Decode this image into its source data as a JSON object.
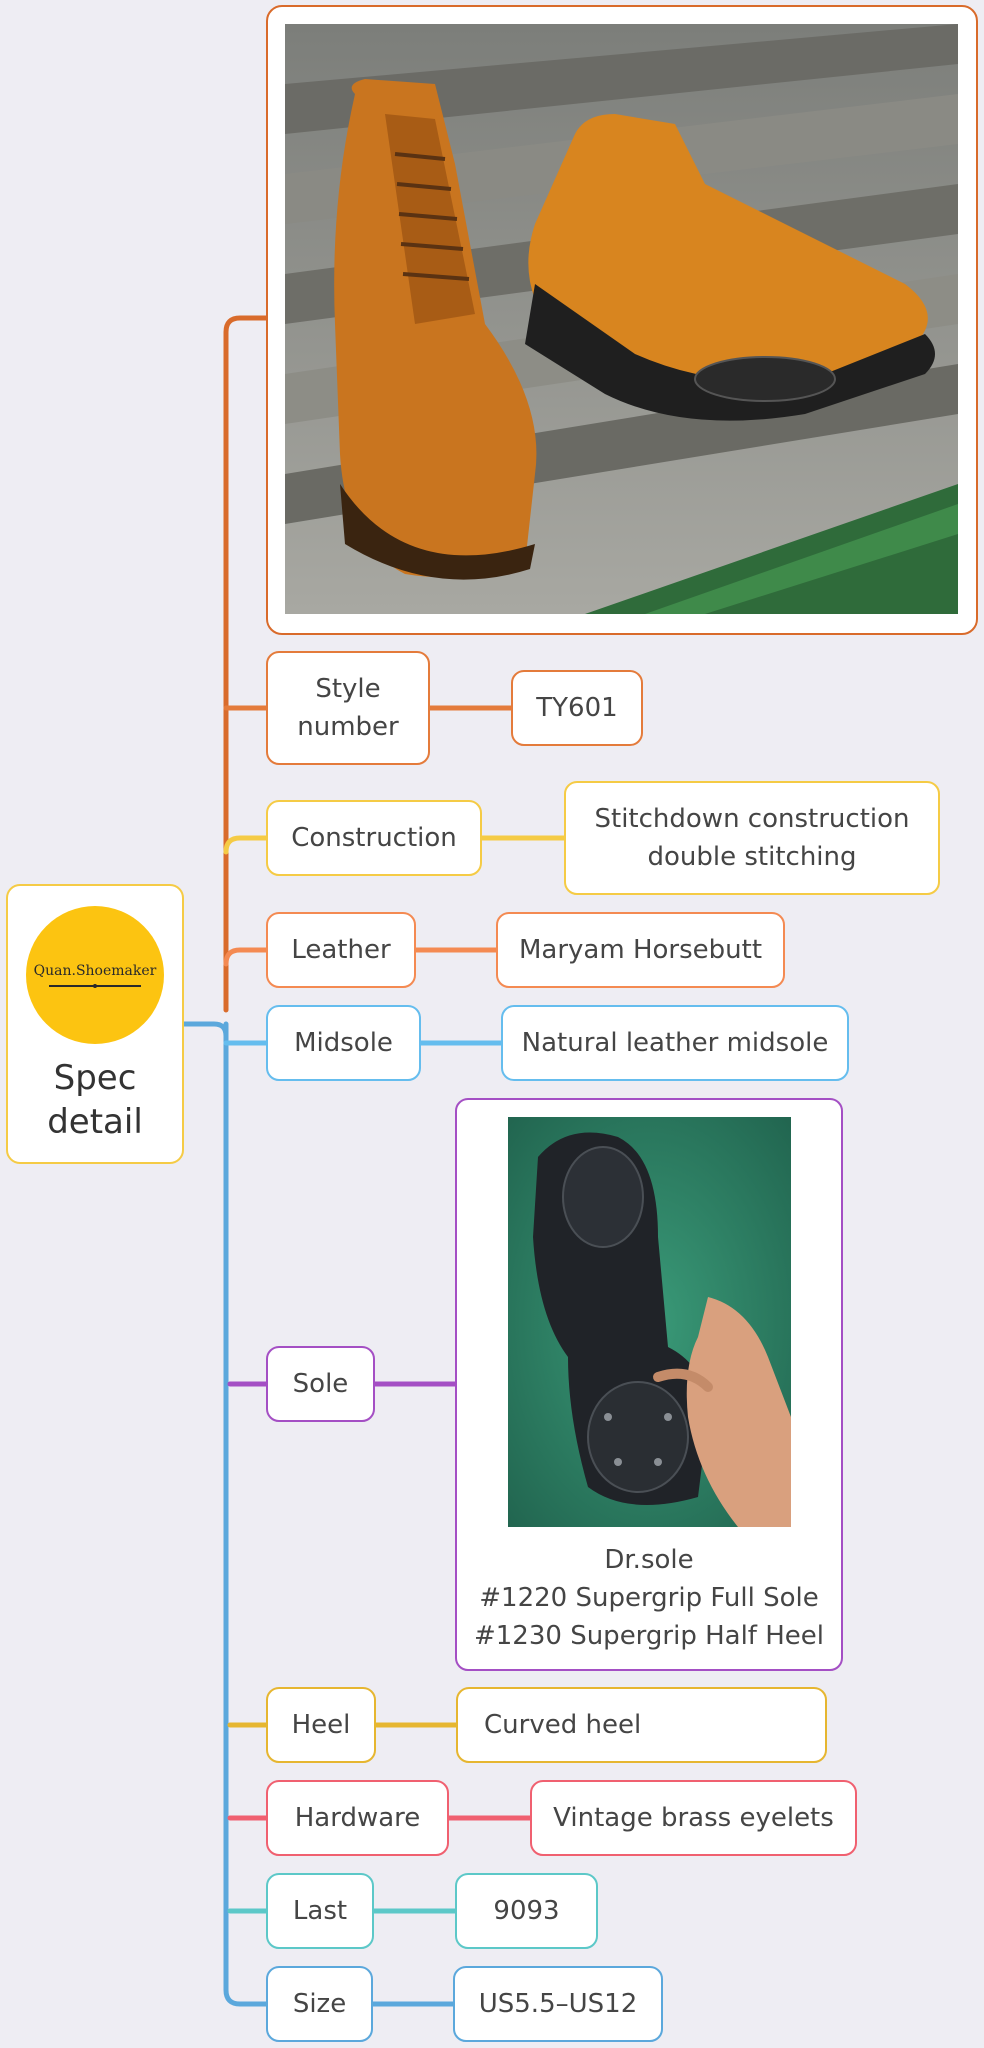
{
  "root": {
    "logo_text": "Quan.Shoemaker",
    "label": "Spec\ndetail"
  },
  "nodes": [
    {
      "label": "Style\nnumber",
      "value": "TY601"
    },
    {
      "label": "Construction",
      "value": "Stitchdown construction\ndouble stitching"
    },
    {
      "label": "Leather",
      "value": "Maryam Horsebutt"
    },
    {
      "label": "Midsole",
      "value": "Natural leather midsole"
    },
    {
      "label": "Sole",
      "value": "Dr.sole\n#1220 Supergrip Full Sole\n#1230 Supergrip Half Heel"
    },
    {
      "label": "Heel",
      "value": "Curved heel"
    },
    {
      "label": "Hardware",
      "value": "Vintage brass eyelets"
    },
    {
      "label": "Last",
      "value": "9093"
    },
    {
      "label": "Size",
      "value": "US5.5–US12"
    }
  ],
  "colors": {
    "photo": "#d96b2b",
    "style": "#e47b3b",
    "construction": "#f5cb45",
    "leather": "#f48a52",
    "midsole": "#65bdee",
    "sole": "#a44fc4",
    "heel": "#e6b630",
    "hardware": "#f06070",
    "last": "#5cc8c8",
    "size": "#5ba8dc",
    "root": "#f5cb45",
    "trunk": "#5ba8dc"
  }
}
